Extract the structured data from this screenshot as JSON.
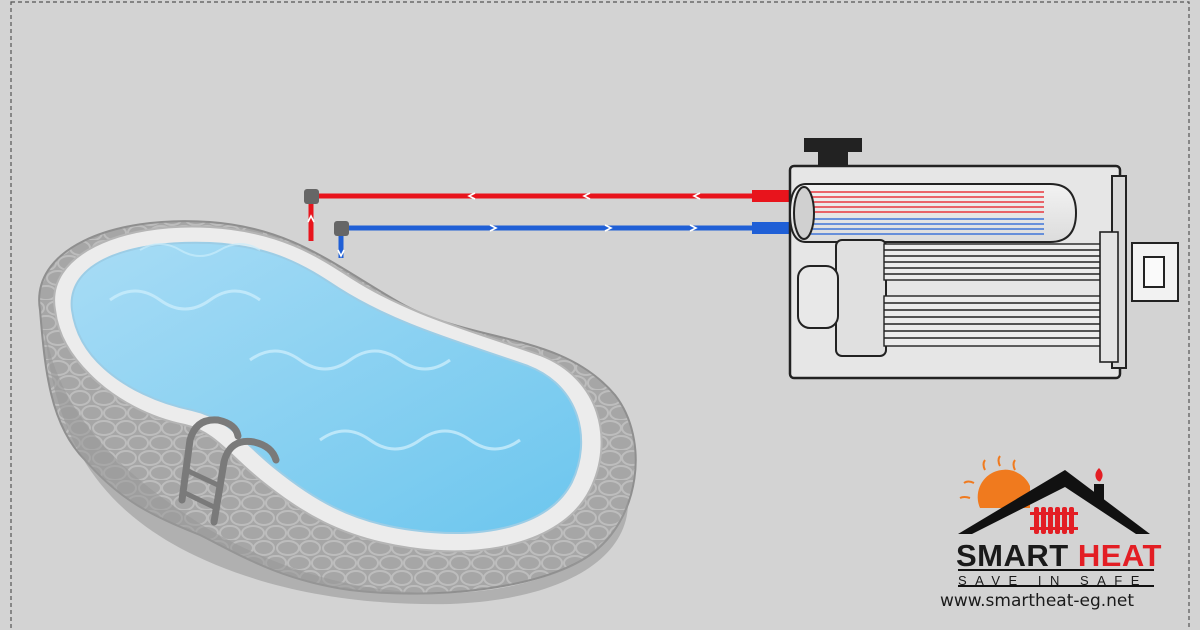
{
  "brand": {
    "name_part1": "SMART ",
    "name_part2": "HEAT",
    "tagline": "SAVE IN SAFE",
    "url": "www.smartheat-eg.net"
  },
  "colors": {
    "background": "#d3d3d3",
    "hot_pipe": "#e8141c",
    "cold_pipe": "#1f5fd6",
    "pool_water": "#8fd0f2",
    "pool_rim": "#eeeeee",
    "stone": "#a9a9a9",
    "brand_red": "#e31e24",
    "brand_orange": "#f07a1e"
  },
  "icons": {
    "logo": "house-sun-radiator-icon",
    "ladder": "pool-ladder-icon",
    "heater": "heat-exchanger-icon"
  }
}
